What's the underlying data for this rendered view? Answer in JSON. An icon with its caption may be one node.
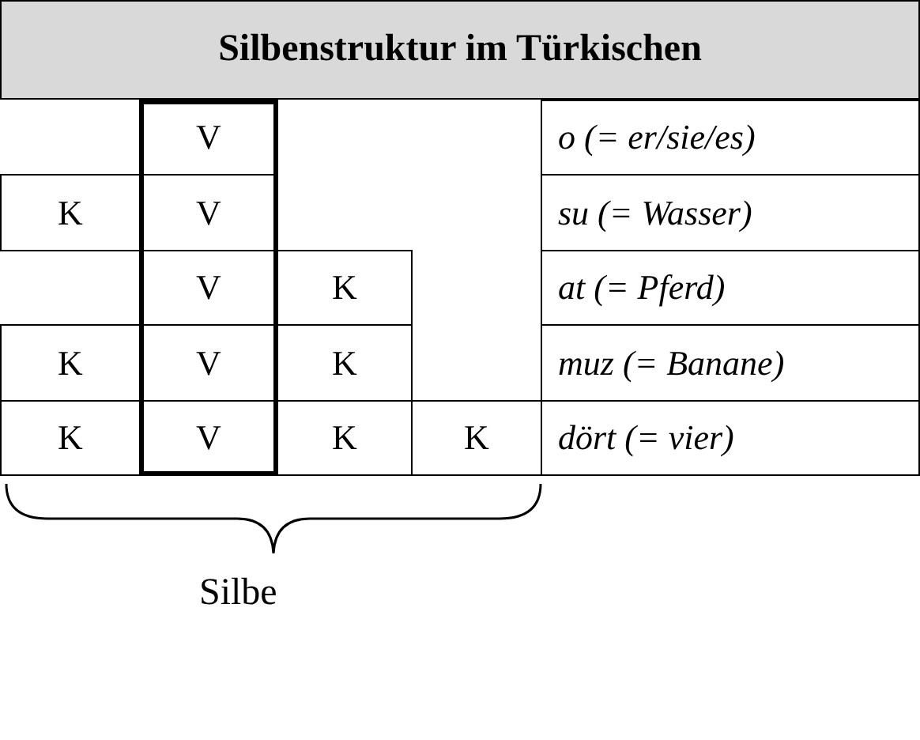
{
  "diagram": {
    "title": "Silbenstruktur im Türkischen",
    "labels": [
      "V",
      "o (= er/sie/es)",
      "K",
      "V",
      "su (= Wasser)",
      "V",
      "K",
      "at (= Pferd)",
      "K",
      "V",
      "K",
      "muz (= Banane)",
      "K",
      "V",
      "K",
      "K",
      "dört (= vier)",
      "Silbe"
    ]
  }
}
